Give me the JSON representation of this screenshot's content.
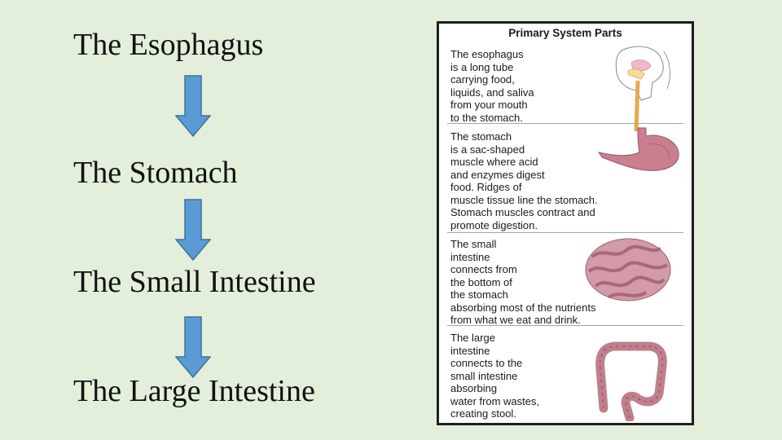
{
  "flow": {
    "steps": [
      "The Esophagus",
      "The Stomach",
      "The Small Intestine",
      "The Large Intestine"
    ]
  },
  "panel": {
    "title": "Primary System Parts",
    "sections": [
      {
        "text": "The esophagus\nis a long tube\ncarrying food,\nliquids, and saliva\nfrom your mouth\nto the stomach."
      },
      {
        "text": "The stomach\nis a sac-shaped\nmuscle where acid\nand enzymes digest\nfood.  Ridges of\nmuscle tissue line the stomach.\nStomach muscles contract and\npromote digestion."
      },
      {
        "text": "The small\nintestine\nconnects from\nthe bottom of\nthe stomach\nabsorbing most of the nutrients\nfrom what we eat and drink."
      },
      {
        "text": "The large\nintestine\nconnects to the\nsmall intestine\nabsorbing\nwater from wastes,\ncreating stool."
      }
    ]
  },
  "colors": {
    "background": "#e3eedb",
    "arrow_fill": "#5b9bd5",
    "arrow_stroke": "#41719c",
    "organ": "#c97f8e"
  }
}
